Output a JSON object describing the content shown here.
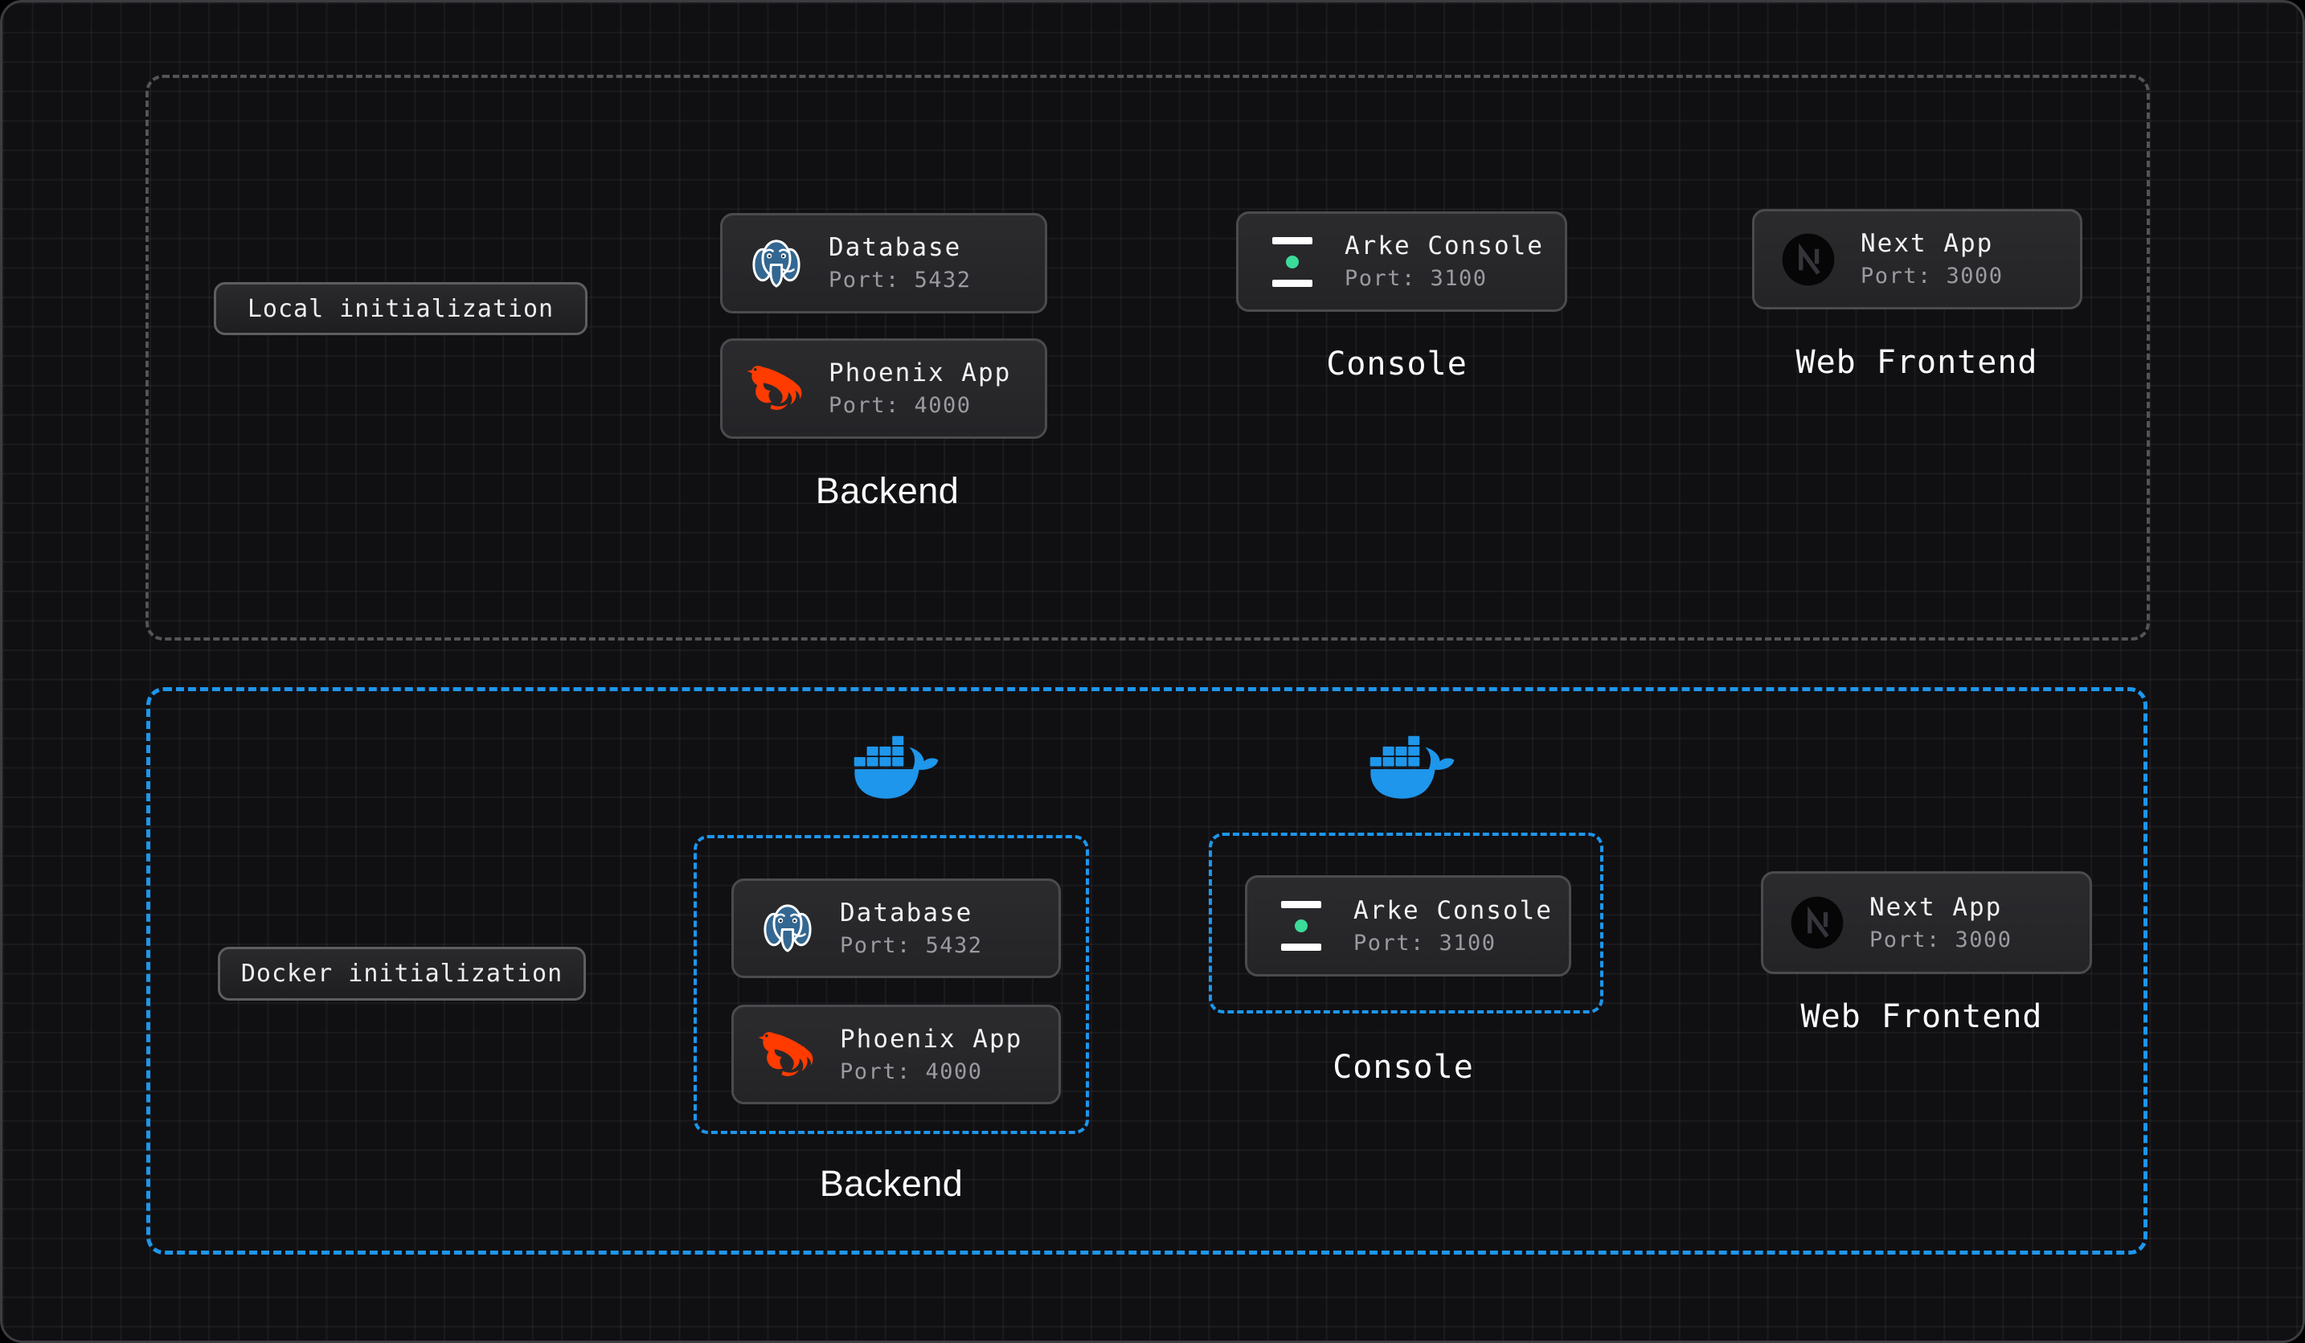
{
  "colors": {
    "docker_blue": "#1e96eb",
    "postgres_blue": "#336791",
    "phoenix_orange": "#ff3b00",
    "arke_green": "#3bdb9a",
    "nextjs_black": "#060607",
    "gray_dash": "#545456"
  },
  "sections": {
    "local": {
      "badge_label": "Local initialization",
      "backend": {
        "label": "Backend",
        "cards": [
          {
            "title": "Database",
            "port": "Port: 5432",
            "icon": "postgresql-icon"
          },
          {
            "title": "Phoenix App",
            "port": "Port: 4000",
            "icon": "phoenix-icon"
          }
        ]
      },
      "console": {
        "label": "Console",
        "cards": [
          {
            "title": "Arke Console",
            "port": "Port: 3100",
            "icon": "arke-console-icon"
          }
        ]
      },
      "web": {
        "label": "Web Frontend",
        "cards": [
          {
            "title": "Next App",
            "port": "Port: 3000",
            "icon": "nextjs-icon"
          }
        ]
      }
    },
    "docker": {
      "badge_label": "Docker initialization",
      "whale_icons": [
        "docker-whale-icon",
        "docker-whale-icon"
      ],
      "backend": {
        "label": "Backend",
        "cards": [
          {
            "title": "Database",
            "port": "Port: 5432",
            "icon": "postgresql-icon"
          },
          {
            "title": "Phoenix App",
            "port": "Port: 4000",
            "icon": "phoenix-icon"
          }
        ]
      },
      "console": {
        "label": "Console",
        "cards": [
          {
            "title": "Arke Console",
            "port": "Port: 3100",
            "icon": "arke-console-icon"
          }
        ]
      },
      "web": {
        "label": "Web Frontend",
        "cards": [
          {
            "title": "Next App",
            "port": "Port: 3000",
            "icon": "nextjs-icon"
          }
        ]
      }
    }
  }
}
